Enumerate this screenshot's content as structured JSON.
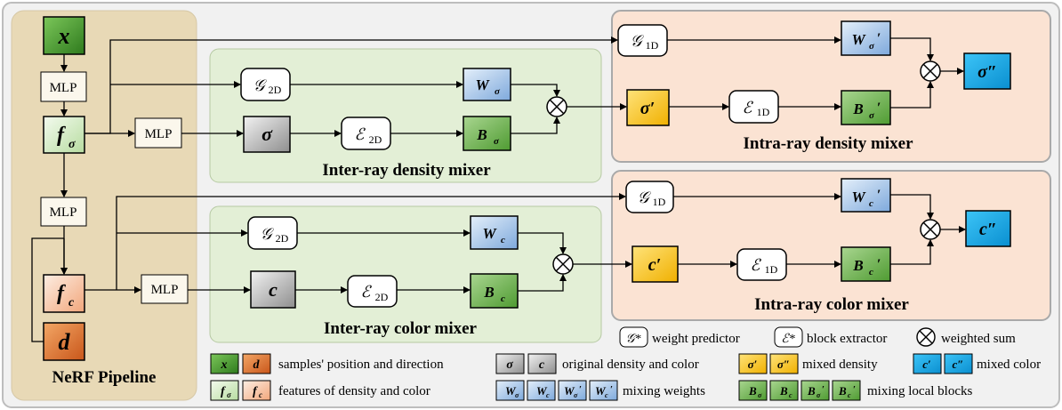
{
  "pipeline": {
    "title": "NeRF Pipeline"
  },
  "nodes": {
    "x": "x",
    "d": "d",
    "f_sigma": "f",
    "f_sigma_sub": "σ",
    "f_c": "f",
    "f_c_sub": "c",
    "mlp": "MLP",
    "sigma": "σ",
    "c": "c",
    "G": "𝒢",
    "G2D": "2D",
    "G1D": "1D",
    "E": "ℰ",
    "E2D": "2D",
    "E1D": "1D",
    "W": "W",
    "B": "B",
    "sub_sigma": "σ",
    "sub_c": "c",
    "prime": "′",
    "sigma_prime": "σ′",
    "sigma_dprime": "σ″",
    "c_prime": "c′",
    "c_dprime": "c″"
  },
  "panels": {
    "inter_density": "Inter-ray density mixer",
    "intra_density": "Intra-ray density mixer",
    "inter_color": "Inter-ray color mixer",
    "intra_color": "Intra-ray color mixer"
  },
  "legend": {
    "weight_predictor": "weight predictor",
    "block_extractor": "block extractor",
    "weighted_sum": "weighted sum",
    "g_star": "𝒢*",
    "e_star": "ℰ*",
    "samples": "samples' position and direction",
    "original": "original  density and color",
    "mixed_density": "mixed density",
    "mixed_color": "mixed color",
    "features": "features  of density and color",
    "mixing_weights": "mixing  weights",
    "mixing_blocks": "mixing  local blocks"
  },
  "colors": {
    "pipeline_bg": "#e8d9b6",
    "inter_bg": "#e3efd6",
    "intra_bg": "#fbe3d3",
    "green": "#3f8f2a",
    "orange": "#e07a2c",
    "blue": "#9dc0e6",
    "darkgreen": "#6fb04e",
    "yellow": "#f5c21a",
    "cyan": "#18a7e6",
    "gray": "#9a9a9a"
  }
}
